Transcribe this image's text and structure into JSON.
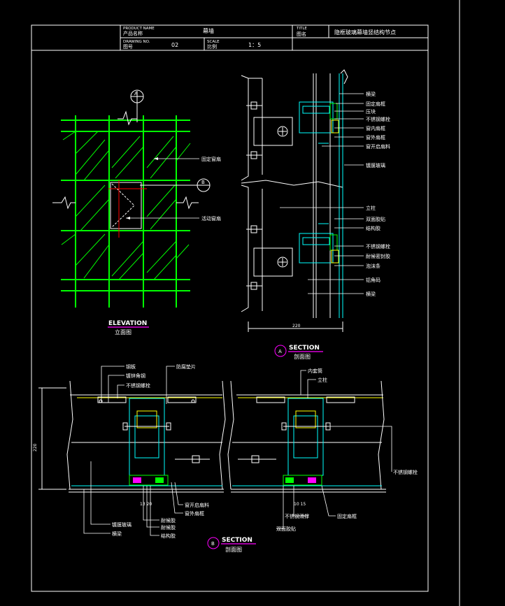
{
  "title_block": {
    "product_name_en": "PRODUCT NAME",
    "product_name_cn": "产品名称",
    "product_value": "幕墙",
    "title_en": "TITLE",
    "title_cn": "图名",
    "title_value": "隐框玻璃幕墙竖结构节点",
    "drawing_no_en": "DRAWING NO.",
    "drawing_no_cn": "图号",
    "drawing_no_value": "02",
    "scale_en": "SCALE",
    "scale_cn": "比例",
    "scale_value": "1：5"
  },
  "elevation": {
    "title_en": "ELEVATION",
    "title_cn": "立面图",
    "marker_a": "A",
    "marker_b": "B",
    "label_fixed": "固定窗扇",
    "label_active": "活动窗扇"
  },
  "section_a": {
    "marker": "A",
    "title_en": "SECTION",
    "title_cn": "剖面图",
    "dimension": "220",
    "labels": [
      "横梁",
      "固定扇框",
      "压块",
      "不锈钢螺栓",
      "窗内扇框",
      "窗外扇框",
      "窗开启扇料",
      "镀膜玻璃",
      "立柱",
      "双面胶贴",
      "结构胶",
      "不锈钢螺栓",
      "耐候密封胶",
      "泡沫条",
      "铝角码",
      "横梁"
    ]
  },
  "section_b": {
    "marker": "B",
    "title_en": "SECTION",
    "title_cn": "剖面图",
    "dimension": "220",
    "dim_small_left": "13 20",
    "dim_small_right": "10 15",
    "labels_top_left": [
      "钢板",
      "镀锌角钢",
      "不锈钢螺栓"
    ],
    "label_top_mid": "防腐垫片",
    "labels_top_right": [
      "内套筒",
      "立柱"
    ],
    "label_right": "不锈钢螺栓",
    "labels_bottom_left": [
      "镀膜玻璃",
      "横梁"
    ],
    "labels_bottom_mid": [
      "耐候胶",
      "耐候胶",
      "结构胶"
    ],
    "labels_bottom_mid2": [
      "窗开启扇料",
      "窗外扇框"
    ],
    "labels_bottom_right": [
      "不锈钢滑撑",
      "双面胶贴",
      "固定扇框"
    ]
  }
}
